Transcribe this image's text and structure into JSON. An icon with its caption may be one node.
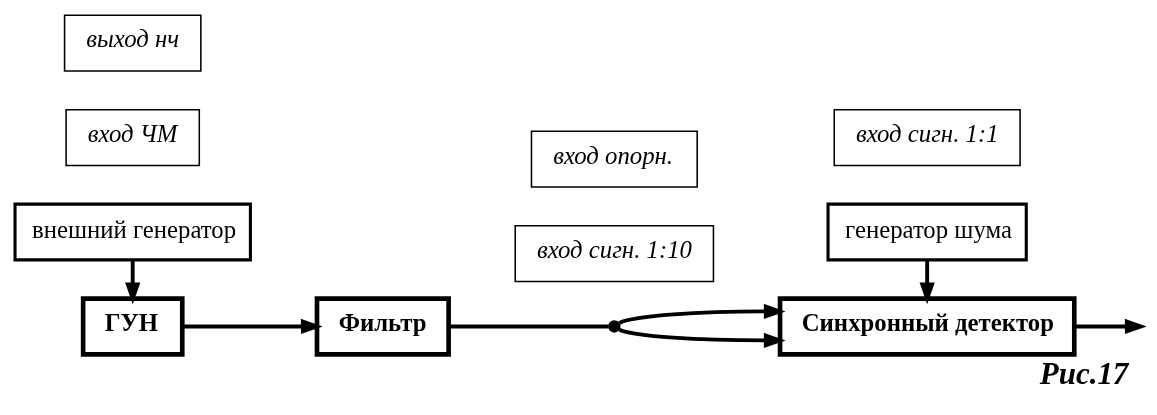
{
  "diagram": {
    "caption": "Рис.17",
    "nodes": [
      {
        "text": [
          "генератор шума"
        ]
      },
      {
        "text": [
          "вход сигн. 1:1"
        ]
      },
      {
        "text": [
          "вход сигн. 1:10"
        ]
      },
      {
        "text": [
          "ГУН"
        ]
      },
      {
        "text": [
          "Фильтр"
        ]
      },
      {
        "text": [],
        "shape": "circle"
      },
      {
        "text": [
          "Синхронный детектор"
        ]
      },
      {
        "text": [
          "вход ЧМ"
        ]
      },
      {
        "text": [
          "вход опорн."
        ]
      },
      {
        "text": [
          "выход нч"
        ]
      },
      {
        "text": [
          "внешний генератор"
        ]
      }
    ],
    "edges": [
      {
        "from": 3,
        "to": 4,
        "arrow": "to"
      },
      {
        "from": 4,
        "to": 5,
        "arrow": "none"
      },
      {
        "from": 5,
        "to": 6,
        "arrow": "to"
      },
      {
        "from": 5,
        "to": 6,
        "arrow": "to"
      },
      {
        "from": 0,
        "to": 6,
        "arrow": "to"
      },
      {
        "from": 10,
        "to": 3,
        "arrow": "to"
      },
      {
        "from": 6,
        "to": null,
        "arrow": "to"
      }
    ]
  }
}
